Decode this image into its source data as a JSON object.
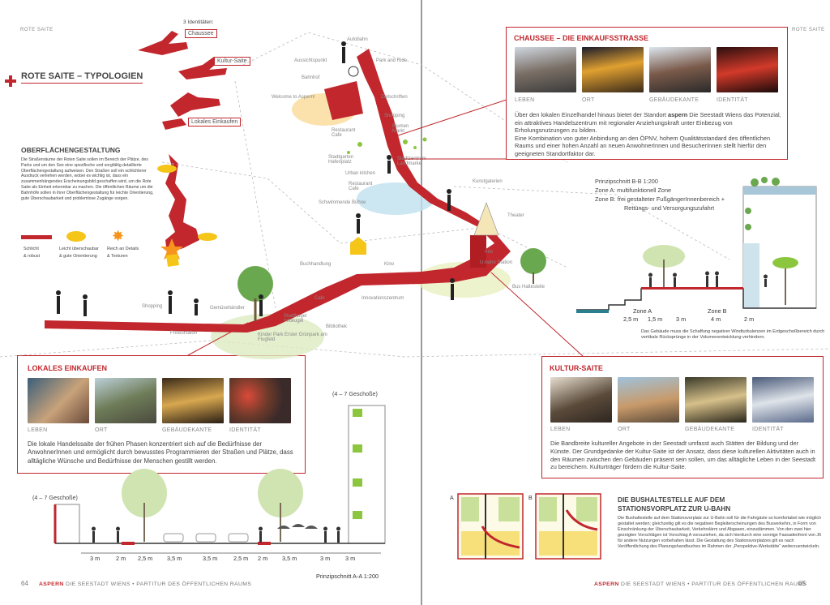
{
  "running_header": {
    "left": "ROTE SAITE",
    "right": "ROTE SAITE"
  },
  "main_title": "ROTE SAITE – TYPOLOGIEN",
  "identities": {
    "heading": "3 Identitäten:",
    "items": [
      "Chaussee",
      "Kultur-Saite",
      "Lokales Einkaufen"
    ]
  },
  "surface": {
    "title": "OBERFLÄCHENGESTALTUNG",
    "text": "Die Straßenräume der Roten Saite sollen im Bereich der Plätze, des Parks und um den See eine spezifische und sorgfältig detaillierte Oberflächengestaltung aufweisen. Den Straßen soll ein schlichterer Ausdruck verliehen werden, wobei es wichtig ist, dass ein zusammenhängendes Erscheinungsbild geschaffen wird, um die Rote Saite als Einheit erkennbar zu machen. Die öffentlichen Räume um die Bahnhöfe sollen in ihrer Oberflächengestaltung für leichte Orientierung, gute Überschaubarkeit und problemlose Zugänge sorgen.",
    "legend": [
      {
        "line1": "Schlicht",
        "line2": "& robust"
      },
      {
        "line1": "Leicht überschaubar",
        "line2": "& gute Orientierung"
      },
      {
        "line1": "Reich an Details",
        "line2": "& Texturen"
      }
    ]
  },
  "map_labels": [
    "Autobahn",
    "Aussichtspunkt",
    "Park and Ride",
    "Bahnhof",
    "Welcome to Aspern!",
    "Zeitschriften",
    "Shopping",
    "Restaurant Cafe",
    "Blumen Markt",
    "Stadtgarten Hafenplatz",
    "Urban kitchen",
    "Stadtzentrum Landmarke",
    "Restaurant Cafe",
    "Schwimmende Bühne",
    "Kunstgalerien",
    "Theater",
    "Info",
    "U-bahn Station",
    "Bus Haltestelle",
    "Buchhandlung",
    "Kino",
    "Cafe",
    "Innovationszentrum",
    "Shopping",
    "Gemüsehändler",
    "Stadtkugel Infokugel",
    "Bibliothek",
    "Friseursalon",
    "Kinder Park Erster Grünpark am Flugfeld"
  ],
  "chaussee": {
    "title": "CHAUSSEE – DIE EINKAUFSSTRASSE",
    "labels": [
      "LEBEN",
      "ORT",
      "GEBÄUDEKANTE",
      "IDENTITÄT"
    ],
    "text_1_pre": "Über den lokalen Einzelhandel hinaus bietet der Standort ",
    "text_1_bold": "aspern",
    "text_1_post": " Die Seestadt Wiens das Potenzial, ein attraktives Handelszentrum mit regionaler Anziehungskraft unter Einbezug von Erholungsnutzungen zu bilden.",
    "text_2": "Eine Kombination von guter Anbindung an den ÖPNV, hohem Qualitätsstandard des öffentlichen Raums und einer hohen Anzahl an neuen AnwohnerInnen und BesucherInnen stellt hierfür den geeigneten Standortfaktor dar."
  },
  "section_bb": {
    "title": "Prinzipschnitt B-B 1:200",
    "zone_a": "Zone A:  multifunktionell Zone",
    "zone_b1": "Zone B:  frei gestalteter FußgängerInnenbereich +",
    "zone_b2": "Rettungs- und Versorgungszufahrt",
    "zone_a_label": "Zone A",
    "zone_b_label": "Zone B",
    "dims": [
      "2,5 m",
      "1,5 m",
      "3 m",
      "4 m",
      "2 m"
    ],
    "note": "Das Gebäude muss die Schaffung negativer Windturbulenzen im Erdgeschoßbereich durch vertikale Rücksprünge in der Volumenentwicklung verhindern."
  },
  "lokales": {
    "title": "LOKALES EINKAUFEN",
    "labels": [
      "LEBEN",
      "ORT",
      "GEBÄUDEKANTE",
      "IDENTITÄT"
    ],
    "text": "Die lokale Handelssaite der frühen Phasen konzentriert sich auf die Bedürfnisse der AnwohnerInnen und ermöglicht durch bewusstes Programmieren der Straßen und Plätze, dass alltägliche Wünsche und Bedürfnisse der Menschen gestillt werden."
  },
  "kultur": {
    "title": "KULTUR-SAITE",
    "labels": [
      "LEBEN",
      "ORT",
      "GEBÄUDEKANTE",
      "IDENTITÄT"
    ],
    "text": "Die Bandbreite kultureller Angebote in der Seestadt umfasst auch Stätten der Bildung und der Künste. Der Grundgedanke der Kultur-Saite ist der Ansatz, dass diese kulturellen Aktivitäten auch in den Räumen zwischen den Gebäuden präsent sein sollen, um das alltägliche Leben in der Seestadt zu bereichern. Kulturträger fördern die Kultur-Saite."
  },
  "section_aa": {
    "floors_left": "(4 – 7 Geschoße)",
    "floors_right": "(4 – 7 Geschoße)",
    "dims": [
      "3 m",
      "2 m",
      "2,5 m",
      "3,5 m",
      "3,5 m",
      "2,5 m",
      "2 m",
      "3,5 m",
      "3 m",
      "3 m"
    ],
    "title": "Prinzipschnitt A-A 1:200"
  },
  "bus": {
    "title_1": "DIE BUSHALTESTELLE AUF DEM",
    "title_2": "STATIONSVORPLATZ ZUR U-BAHN",
    "label_a": "A",
    "label_b": "B",
    "text": "Die Bushaltestelle auf dem Stationsvorplatz zur U-Bahn soll für die Fahrgäste so komfortabel wie möglich gestaltet werden; gleichzeitig gilt es die negativen Begleiterscheinungen des Busverkehrs, in Form von Einschränkung der Überschaubarkeit, Verkehrslärm und Abgasen, einzudämmen. Von den zwei hier gezeigten Vorschlägen ist Vorschlag A vorzuziehen, da sich hierdurch eine sonnige Fassadenfront von J6 für andere Nutzungen vorbehalten lässt. Die Gestaltung des Stationsvorplatzes gilt es nach Veröffentlichung des Planungshandbuches im Rahmen der „Perspektive-Werkstätte“ weiterzuentwickeln."
  },
  "footer": {
    "page_left": "64",
    "page_right": "65",
    "brand": "ASPERN",
    "text": "DIE SEESTADT WIENS  •  PARTITUR DES ÖFFENTLICHEN RAUMS"
  },
  "colors": {
    "accent": "#c1272d",
    "yellow": "#f5c518",
    "green": "#8cc63f"
  }
}
